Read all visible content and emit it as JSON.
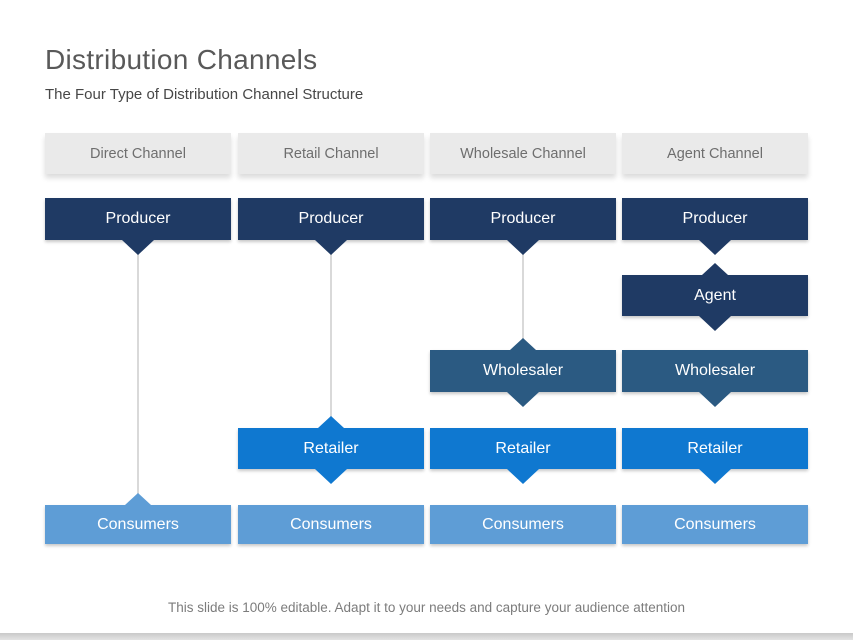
{
  "slide": {
    "title": "Distribution Channels",
    "subtitle": "The Four Type of Distribution Channel Structure",
    "footer": "This slide is 100% editable. Adapt it to your needs and capture your audience attention"
  },
  "colors": {
    "producer": "#1F3A64",
    "wholesaler": "#2B5A82",
    "retailer": "#0F78D0",
    "consumers": "#5E9DD6",
    "header_bg": "#EAEAEA",
    "header_text": "#6E6E6E",
    "connector_line": "#D9D9D9"
  },
  "columns": [
    {
      "header": "Direct Channel",
      "producer": "Producer",
      "consumers": "Consumers"
    },
    {
      "header": "Retail Channel",
      "producer": "Producer",
      "retailer": "Retailer",
      "consumers": "Consumers"
    },
    {
      "header": "Wholesale Channel",
      "producer": "Producer",
      "wholesaler": "Wholesaler",
      "retailer": "Retailer",
      "consumers": "Consumers"
    },
    {
      "header": "Agent Channel",
      "producer": "Producer",
      "agent": "Agent",
      "wholesaler": "Wholesaler",
      "retailer": "Retailer",
      "consumers": "Consumers"
    }
  ]
}
